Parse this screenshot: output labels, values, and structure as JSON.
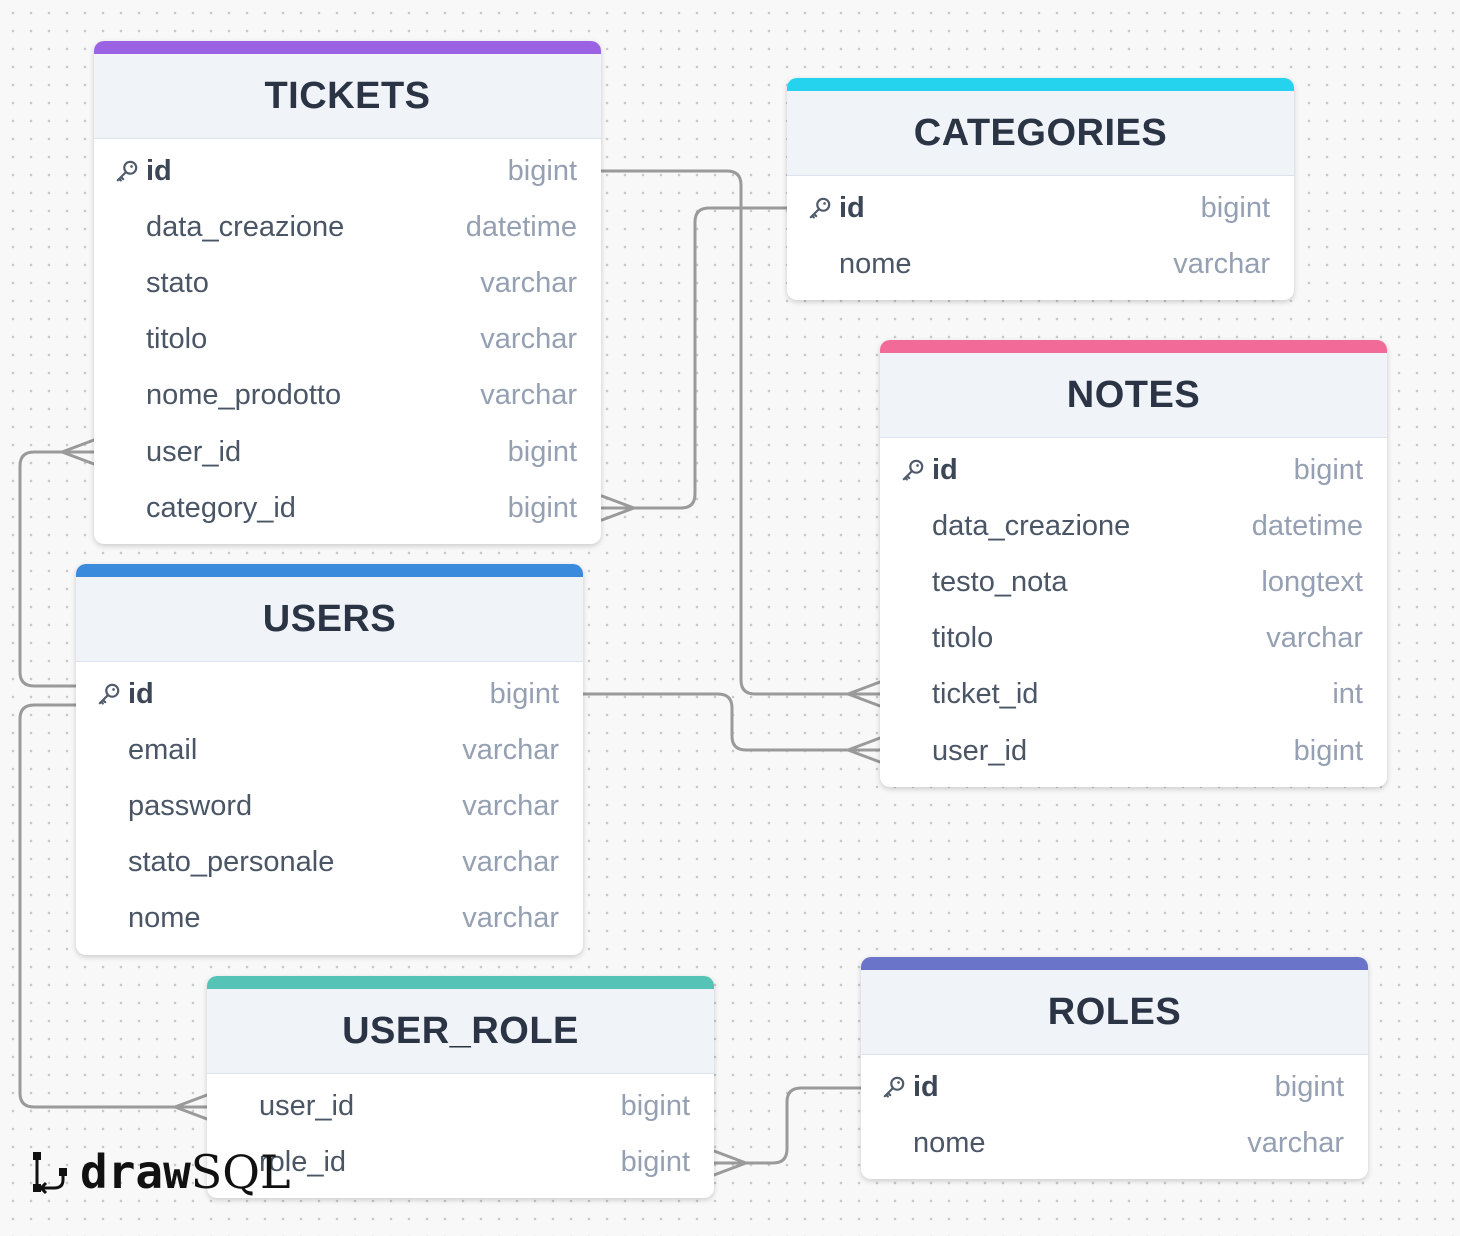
{
  "colors": {
    "tickets": "#9b63e4",
    "categories": "#26d3ee",
    "notes": "#f26b98",
    "users": "#3a8bdc",
    "user_role": "#55c4b6",
    "roles": "#6a74c9"
  },
  "icons": {
    "primary_key": "key-icon",
    "logo": "drawsql-logo-icon"
  },
  "tables": {
    "tickets": {
      "title": "TICKETS",
      "columns": [
        {
          "name": "id",
          "type": "bigint",
          "pk": true
        },
        {
          "name": "data_creazione",
          "type": "datetime"
        },
        {
          "name": "stato",
          "type": "varchar"
        },
        {
          "name": "titolo",
          "type": "varchar"
        },
        {
          "name": "nome_prodotto",
          "type": "varchar"
        },
        {
          "name": "user_id",
          "type": "bigint"
        },
        {
          "name": "category_id",
          "type": "bigint"
        }
      ]
    },
    "categories": {
      "title": "CATEGORIES",
      "columns": [
        {
          "name": "id",
          "type": "bigint",
          "pk": true
        },
        {
          "name": "nome",
          "type": "varchar"
        }
      ]
    },
    "notes": {
      "title": "NOTES",
      "columns": [
        {
          "name": "id",
          "type": "bigint",
          "pk": true
        },
        {
          "name": "data_creazione",
          "type": "datetime"
        },
        {
          "name": "testo_nota",
          "type": "longtext"
        },
        {
          "name": "titolo",
          "type": "varchar"
        },
        {
          "name": "ticket_id",
          "type": "int"
        },
        {
          "name": "user_id",
          "type": "bigint"
        }
      ]
    },
    "users": {
      "title": "USERS",
      "columns": [
        {
          "name": "id",
          "type": "bigint",
          "pk": true
        },
        {
          "name": "email",
          "type": "varchar"
        },
        {
          "name": "password",
          "type": "varchar"
        },
        {
          "name": "stato_personale",
          "type": "varchar"
        },
        {
          "name": "nome",
          "type": "varchar"
        }
      ]
    },
    "user_role": {
      "title": "USER_ROLE",
      "columns": [
        {
          "name": "user_id",
          "type": "bigint"
        },
        {
          "name": "role_id",
          "type": "bigint"
        }
      ]
    },
    "roles": {
      "title": "ROLES",
      "columns": [
        {
          "name": "id",
          "type": "bigint",
          "pk": true
        },
        {
          "name": "nome",
          "type": "varchar"
        }
      ]
    }
  },
  "relations": [
    {
      "from": "users.id",
      "to": "tickets.user_id"
    },
    {
      "from": "categories.id",
      "to": "tickets.category_id"
    },
    {
      "from": "tickets.id",
      "to": "notes.ticket_id"
    },
    {
      "from": "users.id",
      "to": "notes.user_id"
    },
    {
      "from": "users.id",
      "to": "user_role.user_id"
    },
    {
      "from": "roles.id",
      "to": "user_role.role_id"
    }
  ],
  "logo": {
    "part1": "draw",
    "part2": "SQL"
  }
}
